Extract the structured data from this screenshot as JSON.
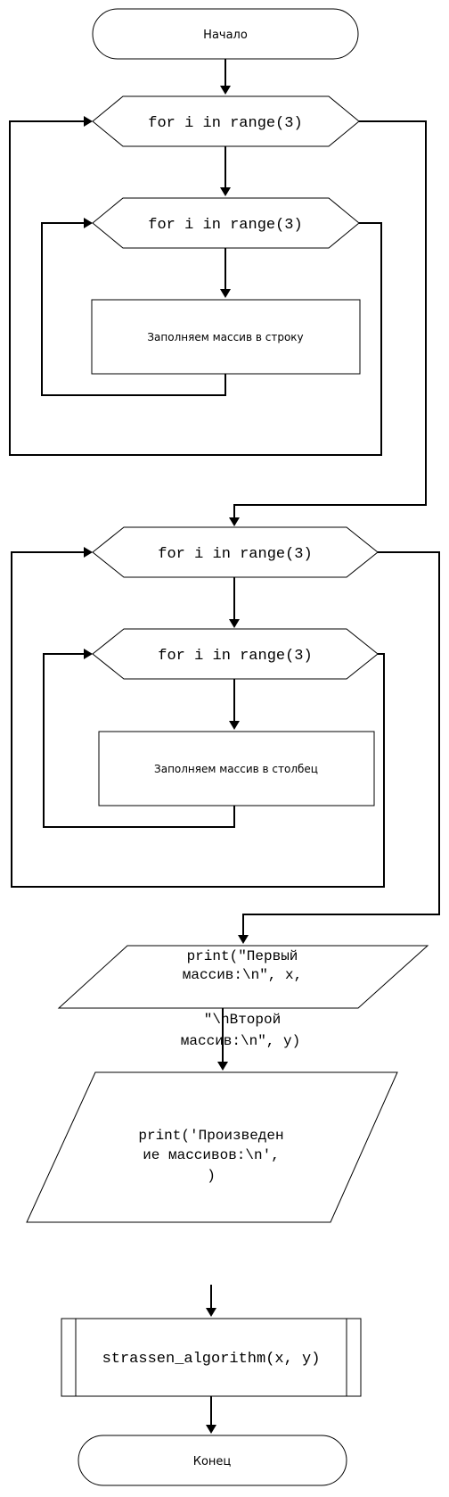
{
  "nodes": {
    "start": "Начало",
    "loop1_outer": "for i in range(3)",
    "loop1_inner": "for i in range(3)",
    "fill_rows": "Заполняем массив в строку",
    "loop2_outer": "for i in range(3)",
    "loop2_inner": "for i in range(3)",
    "fill_cols": "Заполняем массив в столбец",
    "print1": [
      "print(\"Первый",
      "массив:\\n\", x,",
      "",
      "\"\\nВторой",
      "массив:\\n\", y)"
    ],
    "print2": [
      "print('Произведен",
      "ие массивов:\\n',",
      ")"
    ],
    "call": "strassen_algorithm(x, y)",
    "end": "Конец"
  }
}
